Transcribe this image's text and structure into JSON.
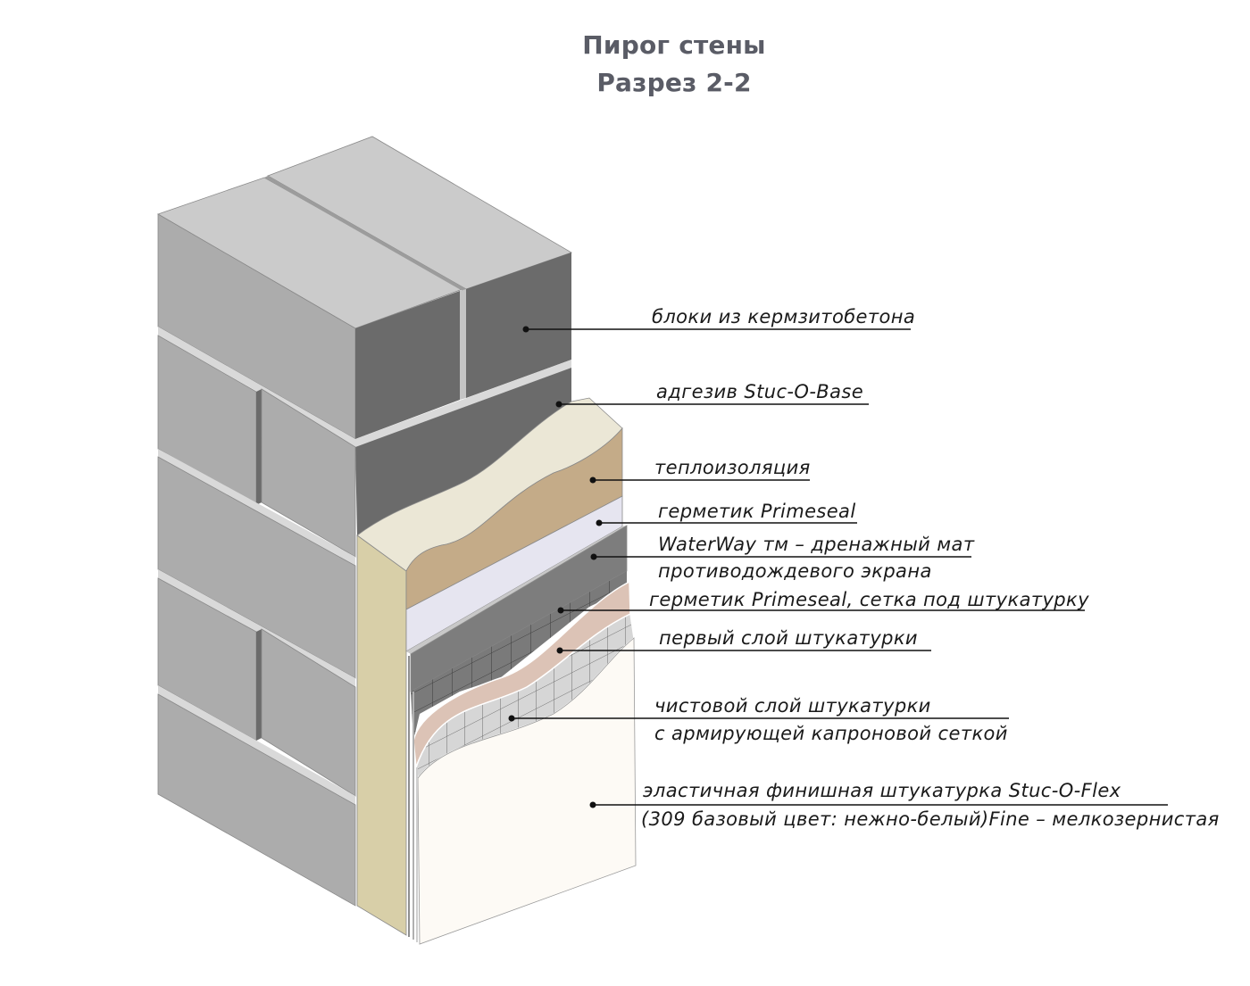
{
  "title": {
    "line1": "Пирог стены",
    "line2": "Разрез 2-2"
  },
  "colors": {
    "block_top": "#cbcbcb",
    "block_front": "#acacac",
    "block_side": "#6b6b6b",
    "mortar": "#d9d9d9",
    "adhesive": "#ebe7d6",
    "insulation_edge": "#d8cfa8",
    "insulation": "#c4ab88",
    "primeseal": "#e6e5f0",
    "drainage_mat": "#7d7d7d",
    "first_coat": "#dcc3b6",
    "finish_coat_mesh": "#d3d3d3",
    "finish_plaster": "#fdfaf5",
    "title": "#5a5c66",
    "label_text": "#1a1a1a"
  },
  "callouts": [
    {
      "id": "blocks",
      "lines": [
        "блоки из кермзитобетона"
      ]
    },
    {
      "id": "adhesive",
      "lines": [
        "адгезив Stuc-O-Base"
      ]
    },
    {
      "id": "insulation",
      "lines": [
        "теплоизоляция"
      ]
    },
    {
      "id": "primeseal",
      "lines": [
        "герметик Primeseal"
      ]
    },
    {
      "id": "drainage",
      "lines": [
        "WaterWay тм – дренажный мат",
        "противодождевого экрана"
      ]
    },
    {
      "id": "primeseal-mesh",
      "lines": [
        "герметик Primeseal, сетка под штукатурку"
      ]
    },
    {
      "id": "first-coat",
      "lines": [
        "первый слой штукатурки"
      ]
    },
    {
      "id": "finish-coat",
      "lines": [
        "чистовой слой штукатурки",
        "с армирующей капроновой сеткой"
      ]
    },
    {
      "id": "finish-plaster",
      "lines": [
        "эластичная финишная штукатурка Stuc-O-Flex",
        "(309 базовый цвет: нежно-белый)Fine – мелкозернистая"
      ]
    }
  ]
}
